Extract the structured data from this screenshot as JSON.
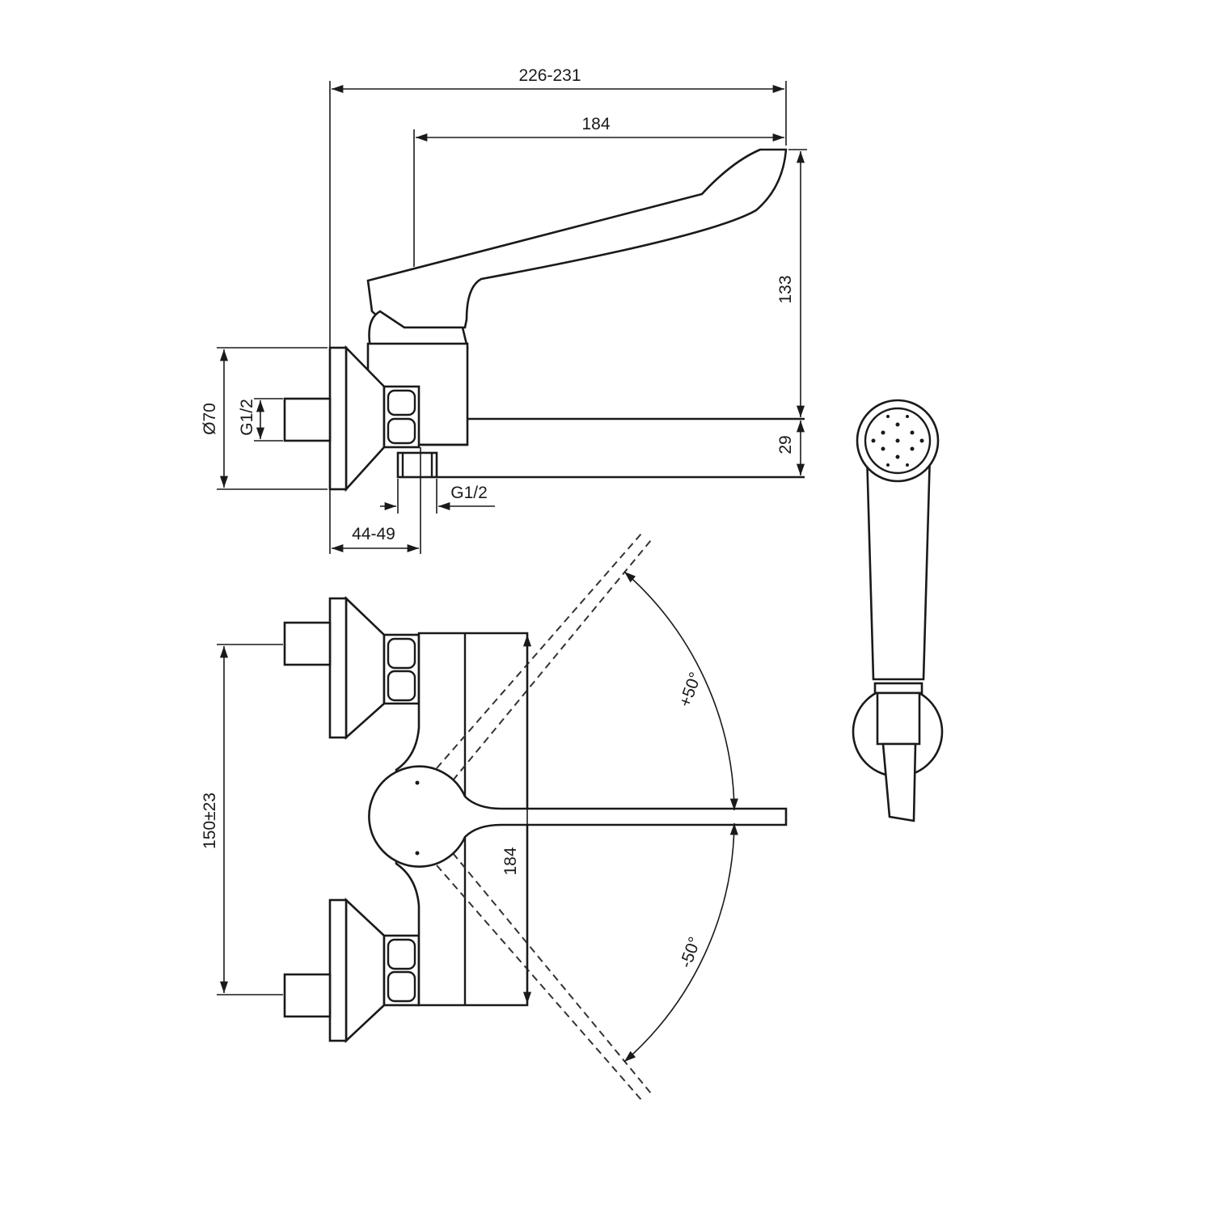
{
  "dimensions": {
    "overall_length": "226-231",
    "lever_length": "184",
    "height_lever": "133",
    "height_outlet": "29",
    "flange_diameter": "Ø70",
    "inlet_thread": "G1/2",
    "outlet_thread": "G1/2",
    "wall_offset": "44-49",
    "inlet_spacing": "150±23",
    "body_height": "184",
    "angle_plus": "+50°",
    "angle_minus": "-50°"
  },
  "colors": {
    "line": "#1a1a1a",
    "background": "#ffffff"
  }
}
